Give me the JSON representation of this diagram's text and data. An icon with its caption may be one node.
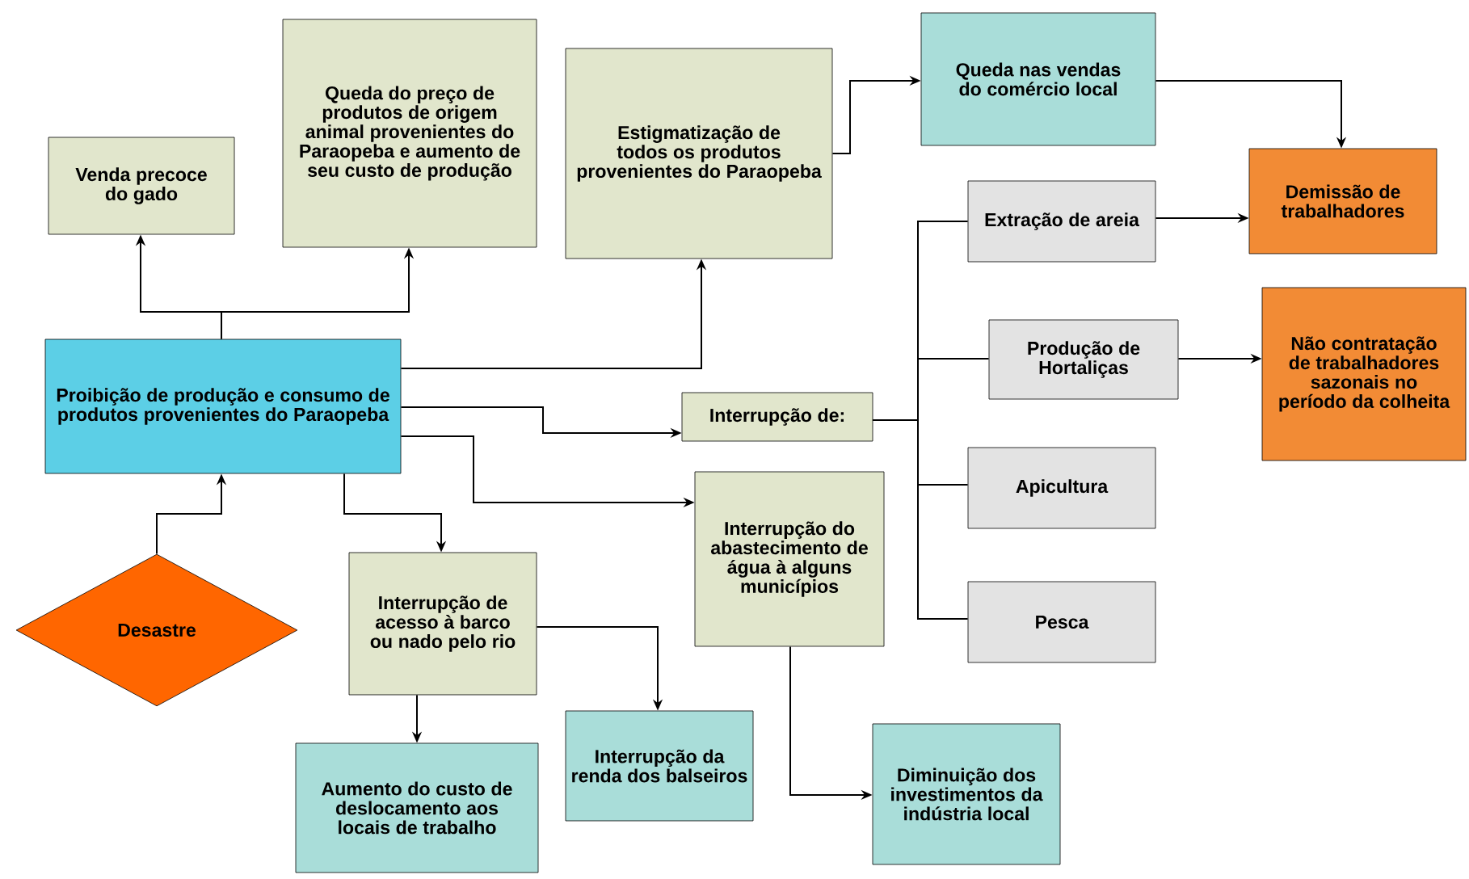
{
  "diagram": {
    "nodes": [
      {
        "text": [
          "Venda precoce do gado"
        ]
      },
      {
        "text": [
          "Queda do preço de produtos de origem animal provenientes do Paraopeba e aumento de seu custo de produção"
        ]
      },
      {
        "text": [
          "Estigmatização de todos os produtos provenientes do Paraopeba"
        ]
      },
      {
        "text": [
          "Queda nas vendas do comércio local"
        ]
      },
      {
        "text": [
          "Demissão de trabalhadores"
        ]
      },
      {
        "text": [
          "Extração de areia"
        ]
      },
      {
        "text": [
          "Proibição de produção e consumo de produtos provenientes do Paraopeba"
        ]
      },
      {
        "text": [
          "Produção de Hortaliças"
        ]
      },
      {
        "text": [
          "Não contratação de trabalhadores sazonais no período da colheita"
        ]
      },
      {
        "text": [
          "Interrupção de:"
        ]
      },
      {
        "text": [
          "Apicultura"
        ]
      },
      {
        "text": [
          "Interrupção do abastecimento de água à alguns municípios"
        ]
      },
      {
        "text": [
          "Desastre"
        ]
      },
      {
        "text": [
          "Interrupção de acesso à barco ou nado pelo rio"
        ]
      },
      {
        "text": [
          "Pesca"
        ]
      },
      {
        "text": [
          "Interrupção da renda dos balseiros"
        ]
      },
      {
        "text": [
          "Aumento do custo de deslocamento aos locais de trabalho"
        ]
      },
      {
        "text": [
          "Diminuição dos investimentos da indústria local"
        ]
      }
    ],
    "edges": [
      {
        "from": 12,
        "to": 6,
        "arrow": "to"
      },
      {
        "from": 6,
        "to": 0,
        "arrow": "to"
      },
      {
        "from": 6,
        "to": 1,
        "arrow": "to"
      },
      {
        "from": 6,
        "to": 2,
        "arrow": "to"
      },
      {
        "from": 2,
        "to": 3,
        "arrow": "to"
      },
      {
        "from": 3,
        "to": 4,
        "arrow": "to"
      },
      {
        "from": 6,
        "to": 9,
        "arrow": "to"
      },
      {
        "from": 9,
        "to": 5,
        "arrow": "none"
      },
      {
        "from": 9,
        "to": 7,
        "arrow": "none"
      },
      {
        "from": 9,
        "to": 10,
        "arrow": "none"
      },
      {
        "from": 9,
        "to": 14,
        "arrow": "none"
      },
      {
        "from": 5,
        "to": 4,
        "arrow": "to"
      },
      {
        "from": 7,
        "to": 8,
        "arrow": "to"
      },
      {
        "from": 6,
        "to": 11,
        "arrow": "to"
      },
      {
        "from": 6,
        "to": 13,
        "arrow": "to"
      },
      {
        "from": 13,
        "to": 16,
        "arrow": "to"
      },
      {
        "from": 13,
        "to": 15,
        "arrow": "to"
      },
      {
        "from": 11,
        "to": 17,
        "arrow": "to"
      }
    ]
  }
}
